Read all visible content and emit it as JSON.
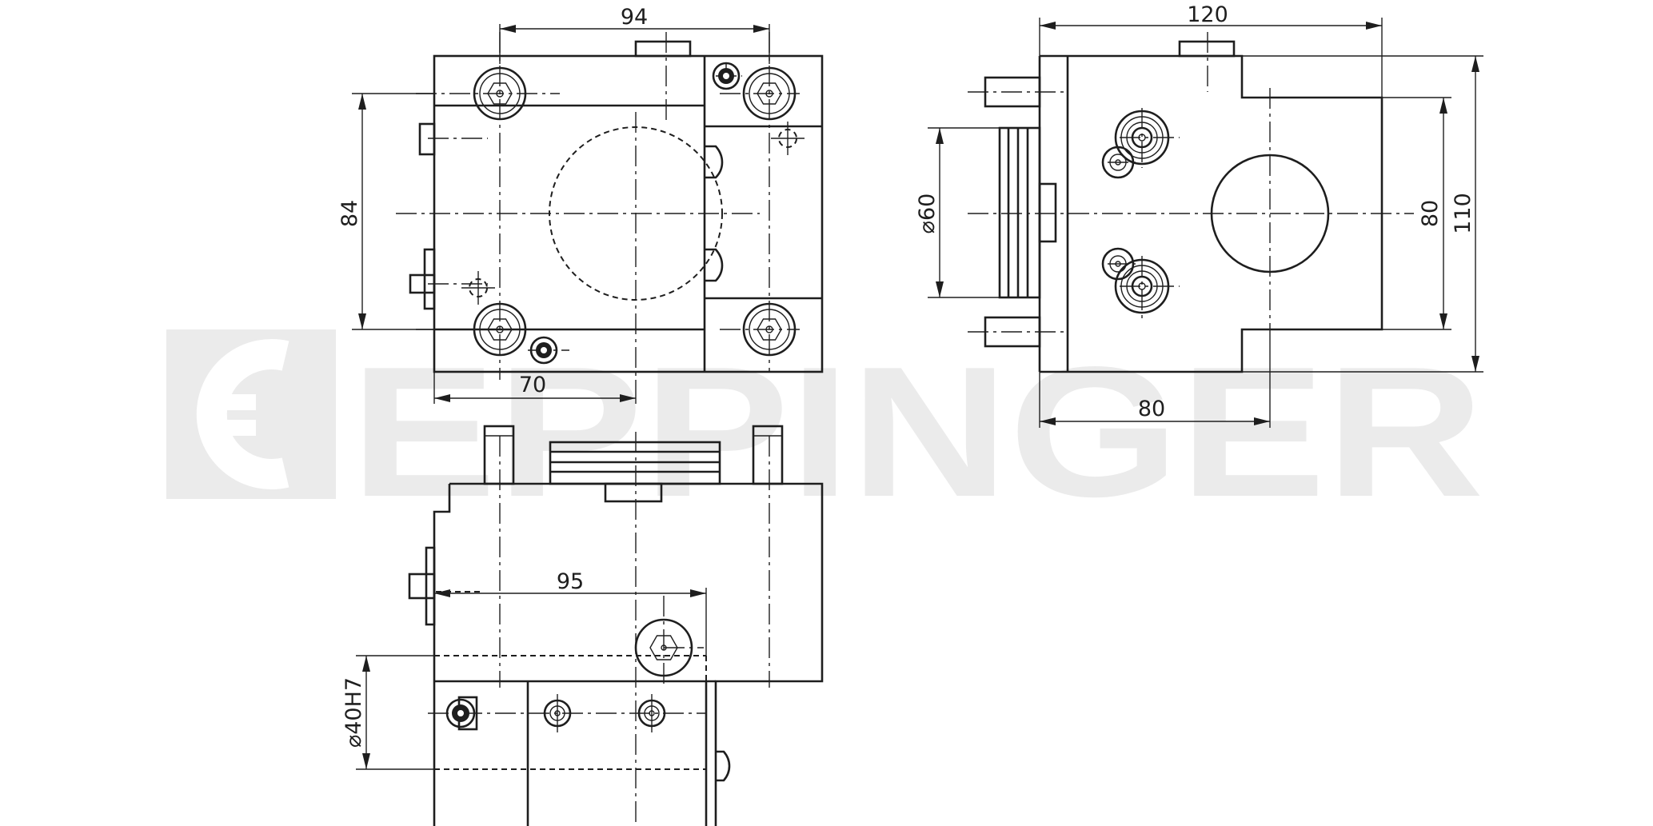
{
  "watermark": {
    "brand": "EPPINGER",
    "color": "#ebebeb"
  },
  "dimensions": {
    "front_view": {
      "width_top": "94",
      "height_left": "84",
      "bottom_offset": "70"
    },
    "side_view": {
      "width_top": "120",
      "diameter_left": "⌀60",
      "height_inner": "80",
      "height_outer": "110",
      "bottom_offset": "80"
    },
    "bottom_view": {
      "length": "95",
      "bore": "⌀40H7"
    }
  },
  "colors": {
    "line": "#1e1e1e",
    "background": "#ffffff"
  }
}
